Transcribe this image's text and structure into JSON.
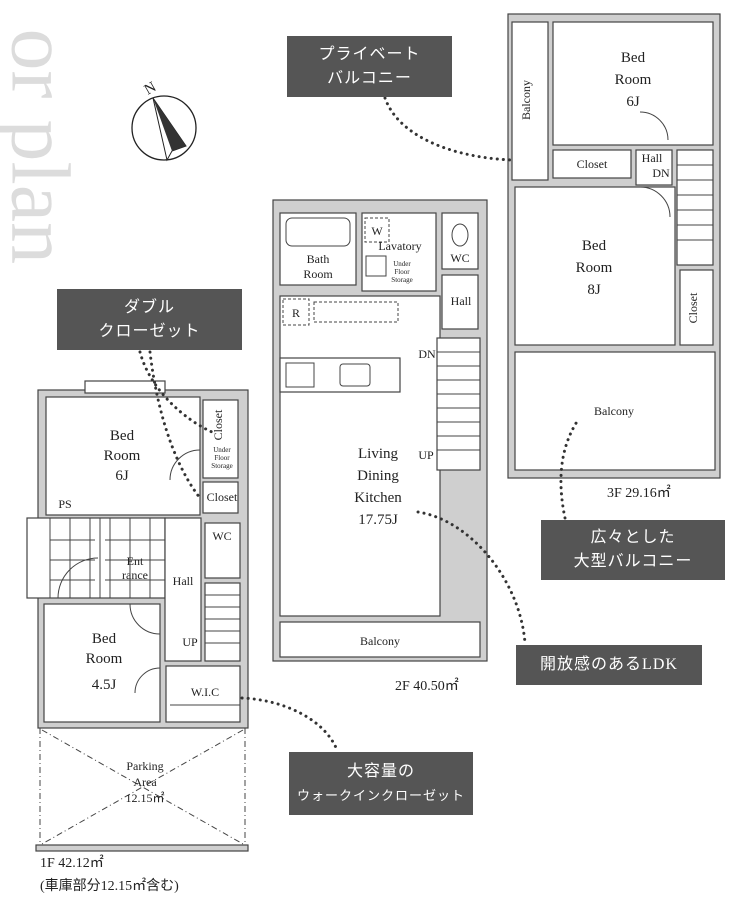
{
  "watermark": "or plan",
  "compass": {
    "label": "N"
  },
  "callouts": {
    "private_balcony": [
      "プライベート",
      "バルコニー"
    ],
    "double_closet": [
      "ダブル",
      "クローゼット"
    ],
    "big_balcony": [
      "広々とした",
      "大型バルコニー"
    ],
    "open_ldk": "開放感のあるLDK",
    "wic": [
      "大容量の",
      "ウォークインクローゼット"
    ]
  },
  "floor1": {
    "bedroom1": [
      "Bed",
      "Room",
      "6J"
    ],
    "closet_a": "Closet",
    "underfloor": [
      "Under",
      "Floor",
      "Storage"
    ],
    "closet_b": "Closet",
    "ps": "PS",
    "entrance": [
      "Ent",
      "rance"
    ],
    "hall": "Hall",
    "wc": "WC",
    "up": "UP",
    "bedroom2": [
      "Bed",
      "Room",
      "4.5J"
    ],
    "wic": "W.I.C",
    "parking": [
      "Parking",
      "Area",
      "12.15㎡"
    ],
    "area": "1F 42.12㎡",
    "area_note": "(車庫部分12.15㎡含む)"
  },
  "floor2": {
    "bath": [
      "Bath",
      "Room"
    ],
    "w": "W",
    "lavatory": "Lavatory",
    "underfloor": [
      "Under",
      "Floor",
      "Storage"
    ],
    "wc": "WC",
    "hall": "Hall",
    "r": "R",
    "dn": "DN",
    "up": "UP",
    "ldk": [
      "Living",
      "Dining",
      "Kitchen",
      "17.75J"
    ],
    "balcony": "Balcony",
    "area": "2F 40.50㎡"
  },
  "floor3": {
    "balcony_small": "Balcony",
    "bedroom1": [
      "Bed",
      "Room",
      "6J"
    ],
    "closet_a": "Closet",
    "hall": "Hall",
    "dn": "DN",
    "bedroom2": [
      "Bed",
      "Room",
      "8J"
    ],
    "closet_b": "Closet",
    "balcony": "Balcony",
    "area": "3F 29.16㎡"
  }
}
